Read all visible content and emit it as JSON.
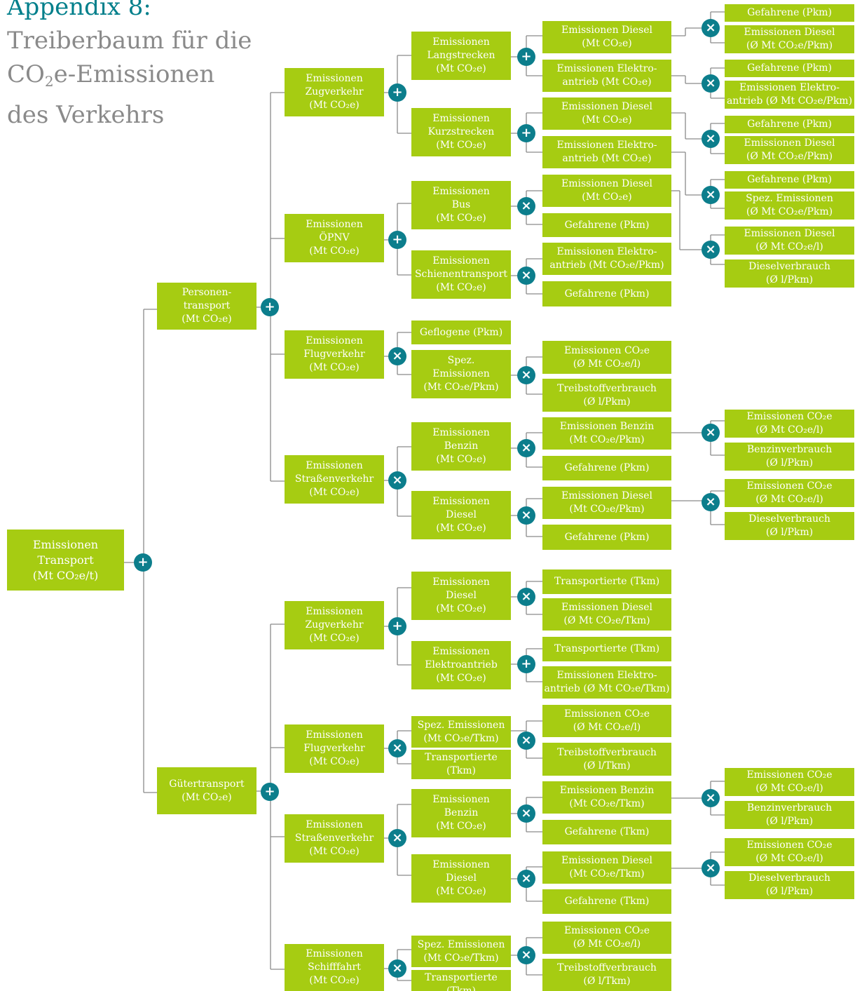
{
  "title": {
    "line1": "Appendix 8:",
    "line2": "Treiberbaum für die",
    "line3_pre": "CO",
    "line3_sub": "2",
    "line3_post": "e-Emissionen",
    "line4": "des Verkehrs"
  },
  "colors": {
    "box": "#a6cc12",
    "operator": "#0c7e8c",
    "line": "#8a8a8a",
    "title_accent": "#007f8b",
    "title_gray": "#8a8a8a"
  },
  "nodes": {
    "root": "Emissionen\nTransport\n(Mt CO₂e/t)",
    "personen": "Personen-\ntransport\n(Mt CO₂e)",
    "gueter": "Gütertransport\n(Mt CO₂e)",
    "p_zug": "Emissionen\nZugverkehr\n(Mt CO₂e)",
    "p_oepnv": "Emissionen\nÖPNV\n(Mt CO₂e)",
    "p_flug": "Emissionen\nFlugverkehr\n(Mt CO₂e)",
    "p_strasse": "Emissionen\nStraßenverkehr\n(Mt CO₂e)",
    "p_lang": "Emissionen\nLangstrecken\n(Mt CO₂e)",
    "p_kurz": "Emissionen\nKurzstrecken\n(Mt CO₂e)",
    "p_bus": "Emissionen\nBus\n(Mt CO₂e)",
    "p_schiene": "Emissionen\nSchienentransport\n(Mt CO₂e)",
    "p_geflogene": "Geflogene (Pkm)",
    "p_spez_flug": "Spez.\nEmissionen\n(Mt CO₂e/Pkm)",
    "p_benzin": "Emissionen\nBenzin\n(Mt CO₂e)",
    "p_diesel": "Emissionen\nDiesel\n(Mt CO₂e)",
    "l_lang_diesel": "Emissionen Diesel\n(Mt CO₂e)",
    "l_lang_elektro": "Emissionen Elektro-\nantrieb (Mt CO₂e)",
    "l_kurz_diesel": "Emissionen Diesel\n(Mt CO₂e)",
    "l_kurz_elektro": "Emissionen Elektro-\nantrieb (Mt CO₂e)",
    "l_bus_diesel": "Emissionen Diesel\n(Mt CO₂e)",
    "l_bus_gef": "Gefahrene (Pkm)",
    "l_schiene_elektro": "Emissionen Elektro-\nantrieb (Mt CO₂e/Pkm)",
    "l_schiene_gef": "Gefahrene (Pkm)",
    "l_flug_co2": "Emissionen CO₂e\n(Ø Mt CO₂e/l)",
    "l_flug_treib": "Treibstoffverbrauch\n(Ø l/Pkm)",
    "l_benzin_em": "Emissionen Benzin\n(Mt CO₂e/Pkm)",
    "l_benzin_gef": "Gefahrene (Pkm)",
    "l_diesel_em": "Emissionen Diesel\n(Mt CO₂e/Pkm)",
    "l_diesel_gef": "Gefahrene (Pkm)",
    "r_1a": "Gefahrene (Pkm)",
    "r_1b": "Emissionen Diesel\n(Ø Mt CO₂e/Pkm)",
    "r_2a": "Gefahrene (Pkm)",
    "r_2b": "Emissionen Elektro-\nantrieb (Ø Mt CO₂e/Pkm)",
    "r_3a": "Gefahrene (Pkm)",
    "r_3b": "Emissionen Diesel\n(Ø Mt CO₂e/Pkm)",
    "r_4a": "Gefahrene (Pkm)",
    "r_4b": "Spez. Emissionen\n(Ø Mt CO₂e/Pkm)",
    "r_5a": "Emissionen Diesel\n(Ø Mt CO₂e/l)",
    "r_5b": "Dieselverbrauch\n(Ø l/Pkm)",
    "r_6a": "Emissionen CO₂e\n(Ø Mt CO₂e/l)",
    "r_6b": "Benzinverbrauch\n(Ø l/Pkm)",
    "r_7a": "Emissionen CO₂e\n(Ø Mt CO₂e/l)",
    "r_7b": "Dieselverbrauch\n(Ø l/Pkm)",
    "g_zug": "Emissionen\nZugverkehr\n(Mt CO₂e)",
    "g_flug": "Emissionen\nFlugverkehr\n(Mt CO₂e)",
    "g_strasse": "Emissionen\nStraßenverkehr\n(Mt CO₂e)",
    "g_schiff": "Emissionen\nSchifffahrt\n(Mt CO₂e)",
    "g_zug_diesel": "Emissionen\nDiesel\n(Mt CO₂e)",
    "g_zug_elektro": "Emissionen\nElektroantrieb\n(Mt CO₂e)",
    "g_flug_spez": "Spez. Emissionen\n(Mt CO₂e/Tkm)",
    "g_flug_transp": "Transportierte\n(Tkm)",
    "g_benzin": "Emissionen\nBenzin\n(Mt CO₂e)",
    "g_diesel": "Emissionen\nDiesel\n(Mt CO₂e)",
    "g_schiff_spez": "Spez. Emissionen\n(Mt CO₂e/Tkm)",
    "g_schiff_transp": "Transportierte\n(Tkm)",
    "gl_zd_transp": "Transportierte (Tkm)",
    "gl_zd_em": "Emissionen Diesel\n(Ø Mt CO₂e/Tkm)",
    "gl_ze_transp": "Transportierte (Tkm)",
    "gl_ze_em": "Emissionen Elektro-\nantrieb (Ø Mt CO₂e/Tkm)",
    "gl_flug_co2": "Emissionen CO₂e\n(Ø Mt CO₂e/l)",
    "gl_flug_treib": "Treibstoffverbrauch\n(Ø l/Tkm)",
    "gl_benzin_em": "Emissionen Benzin\n(Mt CO₂e/Tkm)",
    "gl_benzin_gef": "Gefahrene (Tkm)",
    "gl_diesel_em": "Emissionen Diesel\n(Mt CO₂e/Tkm)",
    "gl_diesel_gef": "Gefahrene (Tkm)",
    "gl_schiff_co2": "Emissionen CO₂e\n(Ø Mt CO₂e/l)",
    "gl_schiff_treib": "Treibstoffverbrauch\n(Ø l/Tkm)",
    "gr_1a": "Emissionen CO₂e\n(Ø Mt CO₂e/l)",
    "gr_1b": "Benzinverbrauch\n(Ø l/Pkm)",
    "gr_2a": "Emissionen CO₂e\n(Ø Mt CO₂e/l)",
    "gr_2b": "Dieselverbrauch\n(Ø l/Pkm)"
  },
  "operators": {
    "plus": "+",
    "times": "×"
  }
}
